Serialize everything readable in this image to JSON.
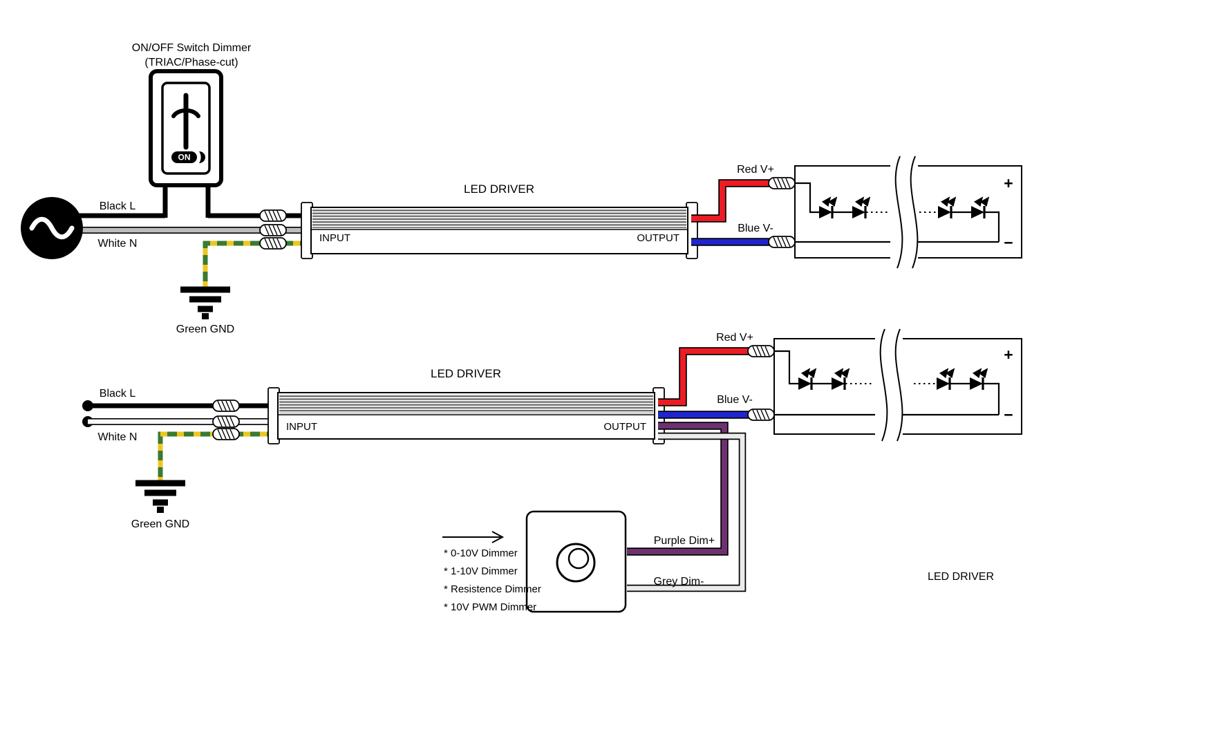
{
  "diagram": {
    "top": {
      "switch_title": "ON/OFF Switch Dimmer",
      "switch_subtitle": "(TRIAC/Phase-cut)",
      "switch_on": "ON",
      "line_label": "Black L",
      "neutral_label": "White N",
      "ground_label": "Green GND",
      "driver_title": "LED DRIVER",
      "input_label": "INPUT",
      "output_label": "OUTPUT",
      "vplus_label": "Red V+",
      "vminus_label": "Blue V-",
      "strip_plus": "+",
      "strip_minus": "−"
    },
    "bottom": {
      "line_label": "Black L",
      "neutral_label": "White N",
      "ground_label": "Green GND",
      "driver_title": "LED DRIVER",
      "input_label": "INPUT",
      "output_label": "OUTPUT",
      "vplus_label": "Red V+",
      "vminus_label": "Blue V-",
      "dim_plus_label": "Purple Dim+",
      "dim_minus_label": "Grey Dim-",
      "strip_plus": "+",
      "strip_minus": "−",
      "driver_caption": "LED DRIVER",
      "dimmer_types": [
        "* 0-10V Dimmer",
        "* 1-10V Dimmer",
        "* Resistence Dimmer",
        "* 10V PWM Dimmer"
      ]
    },
    "colors": {
      "line_black": "#000000",
      "neutral_grey": "#bdbdbd",
      "neutral_white": "#f7f7f7",
      "ground_green": "#3b7a33",
      "ground_yellow": "#eec61e",
      "vplus_red": "#ed1c24",
      "vminus_blue": "#1f25cf",
      "dim_purple": "#6e3170",
      "dim_grey": "#ebebeb"
    }
  }
}
